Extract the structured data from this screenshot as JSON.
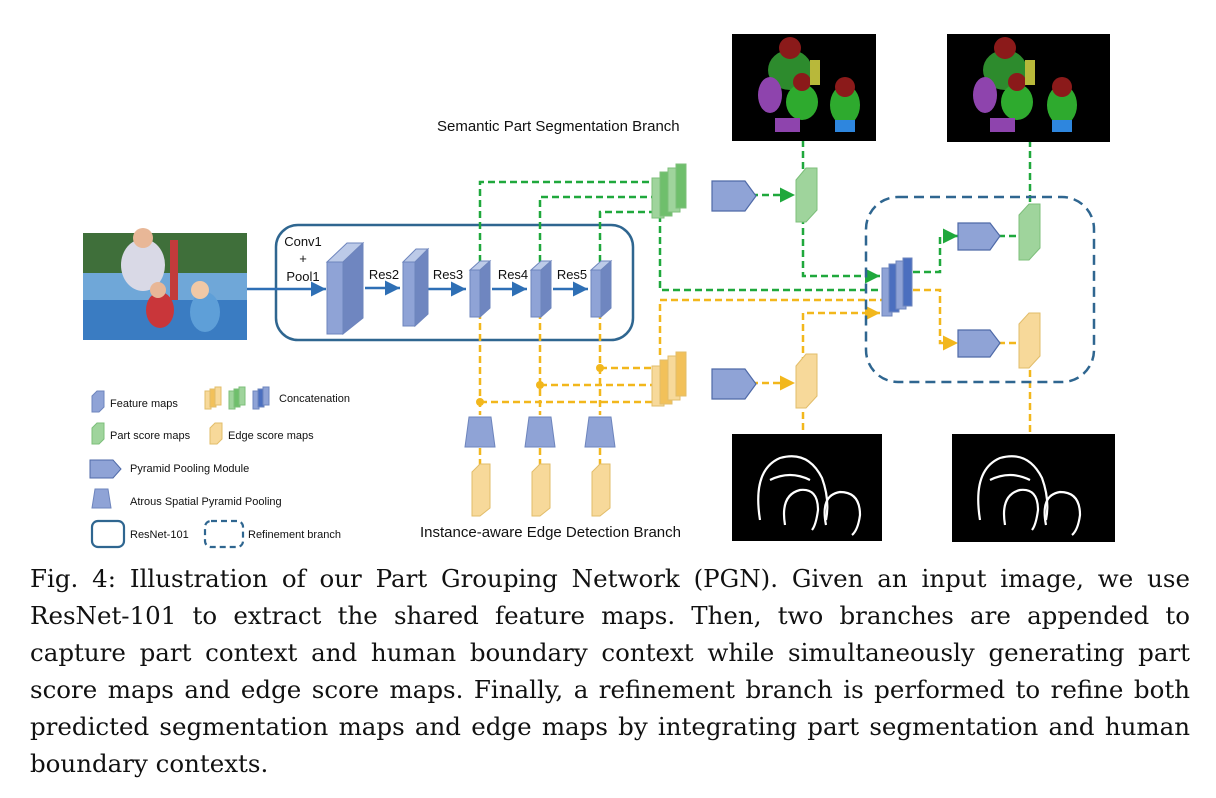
{
  "figure": {
    "branch_labels": {
      "semantic": "Semantic Part Segmentation Branch",
      "edge": "Instance-aware Edge Detection Branch"
    },
    "backbone_labels": {
      "conv1": "Conv1",
      "plus": "+",
      "pool1": "Pool1",
      "res2": "Res2",
      "res3": "Res3",
      "res4": "Res4",
      "res5": "Res5"
    },
    "legend": {
      "feature_maps": "Feature maps",
      "concatenation": "Concatenation",
      "part_score_maps": "Part score maps",
      "edge_score_maps": "Edge score maps",
      "ppm": "Pyramid Pooling Module",
      "aspp": "Atrous Spatial Pyramid Pooling",
      "resnet": "ResNet-101",
      "refinement": "Refinement branch"
    },
    "colors": {
      "feature_blue": "#8fa3d6",
      "part_green": "#9fd49c",
      "edge_yellow": "#f7d99a",
      "green_line": "#1fa83c",
      "yellow_line": "#f2b71c",
      "frame_blue": "#2f6690",
      "arrow_blue": "#2e6fb5"
    }
  },
  "caption": {
    "label": "Fig. 4:",
    "text": "Illustration of our Part Grouping Network (PGN). Given an input image, we use ResNet-101 to extract the shared feature maps. Then, two branches are appended to capture part context and human boundary context while simultaneously generating part score maps and edge score maps. Finally, a refinement branch is performed to refine both predicted segmentation maps and edge maps by integrating part segmentation and human boundary contexts."
  }
}
